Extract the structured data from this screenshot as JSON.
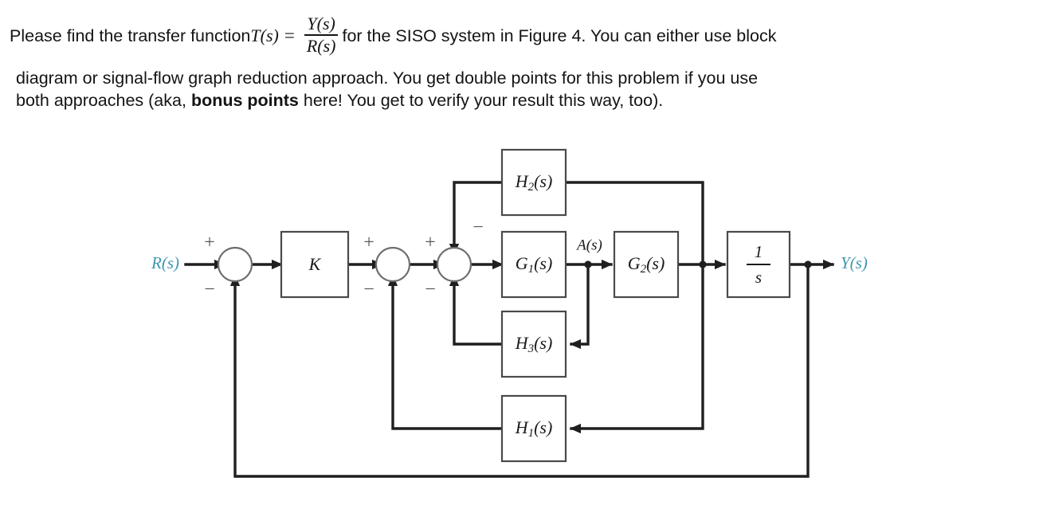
{
  "problem": {
    "line1_pre": "Please find the transfer function ",
    "tfn_symbol": "T(s)",
    "equals": "=",
    "frac_num": "Y(s)",
    "frac_den": "R(s)",
    "line1_post": " for the SISO system in Figure 4. You can either use block",
    "line2": "diagram or signal-flow graph reduction approach. You get double points for this problem if you use",
    "line3_pre": "both approaches (aka, ",
    "line3_bold": "bonus points",
    "line3_post": " here! You get to verify your result this way, too)."
  },
  "diagram": {
    "input_label": "R(s)",
    "output_label": "Y(s)",
    "intermediate_label": "A(s)",
    "accent_color": "#3f97b0",
    "blocks": {
      "gain": "K",
      "g1": "G",
      "g1_sub": "1",
      "g1_tail": "(s)",
      "g2": "G",
      "g2_sub": "2",
      "g2_tail": "(s)",
      "h1": "H",
      "h1_sub": "1",
      "h1_tail": "(s)",
      "h2": "H",
      "h2_sub": "2",
      "h2_tail": "(s)",
      "h3": "H",
      "h3_sub": "3",
      "h3_tail": "(s)",
      "integrator_num": "1",
      "integrator_den": "s"
    },
    "signs": {
      "sum1_plus": "+",
      "sum1_minus": "−",
      "sum2_plus": "+",
      "sum2_minus": "−",
      "sum3_plus": "+",
      "sum3_minus_bottom": "−",
      "sum3_minus_top": "−"
    }
  }
}
